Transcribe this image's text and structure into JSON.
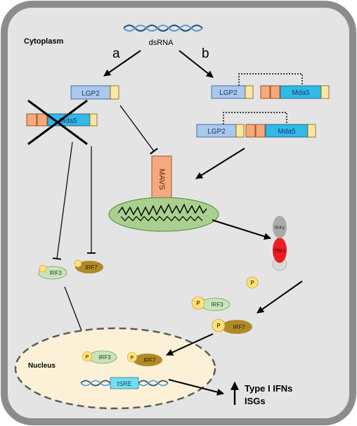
{
  "cytoplasm_label": "Cytoplasm",
  "dsrna_label": "dsRNA",
  "path_a": "a",
  "path_b": "b",
  "lgp2": "LGP2",
  "mda5": "Mda5",
  "mavs": "MAVS",
  "ikke": "IKKε",
  "tbk1": "TBK1",
  "irf3": "IRF3",
  "irf7": "IRF7",
  "p": "P",
  "nucleus_label": "Nucleus",
  "isre": "ISRE",
  "outputs": [
    "Type I IFNs",
    "ISGs"
  ],
  "colors": {
    "cell_fill": "#e4e4e4",
    "cell_border": "#8c8c8c",
    "lgp2": "#a9c8ec",
    "mda5": "#31b9e8",
    "card": "#f7a97c",
    "helicase_tail": "#fbe7a1",
    "mavs": "#f4a982",
    "mito": "#a9d08e",
    "ikke": "#aaaaaa",
    "tbk1": "#ee1c24",
    "irf3": "#c9e4bd",
    "irf7": "#b08a28",
    "phos": "#ffe17a",
    "nucleus": "#fcf1d6",
    "isre": "#6fe0f0",
    "dna": "#1f4e79"
  }
}
